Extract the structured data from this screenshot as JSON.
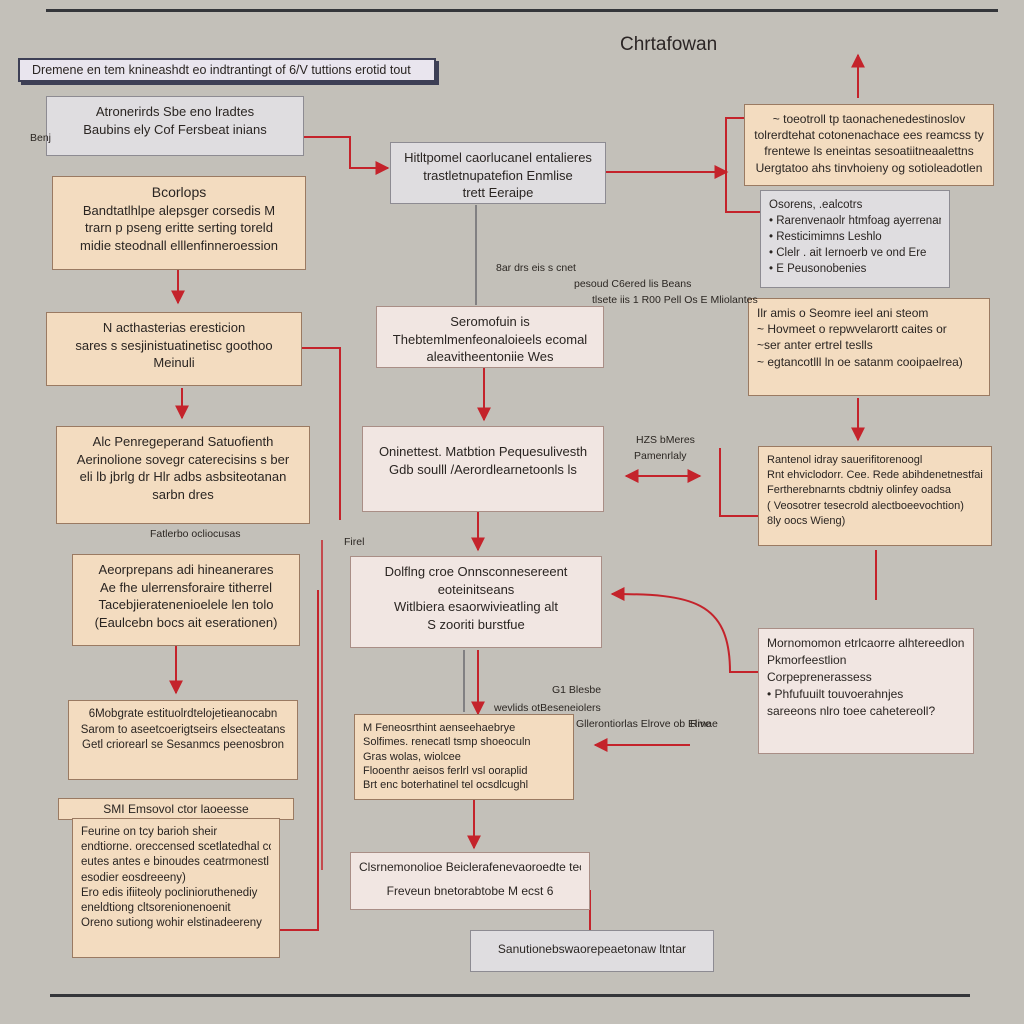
{
  "header": {
    "banner": "Dremene en tem knineashdt eo indtrantingt of 6/V tuttions erotid tout",
    "corner_title": "Chrtafowan"
  },
  "left_column": [
    {
      "id": "L0",
      "style": "grey",
      "lines": [
        "Atronerirds Sbe eno lradtes",
        "Baubins ely Cof Fersbeat inians"
      ],
      "side_label": "Benj"
    },
    {
      "id": "L1",
      "style": "peach",
      "lines": [
        "Bcorlops",
        "Bandtatlhlpe alepsger corsedis M",
        "trarn p pseng eritte serting toreld",
        "midie steodnall elllenfinneroession"
      ]
    },
    {
      "id": "L2",
      "style": "peach",
      "lines": [
        "N acthasterias eresticion",
        "sares s sesjinistuatinetisc goothoo",
        "Meinuli"
      ]
    },
    {
      "id": "L3",
      "style": "peach",
      "lines": [
        "Alc Penregeperand Satuofienth",
        "Aerinolione sovegr caterecisins s ber",
        "eli lb jbrlg dr Hlr adbs asbsiteotanan",
        "sarbn dres"
      ]
    },
    {
      "id": "L4",
      "style": "peach",
      "lines": [
        "Aeorprepans adi hineanerares",
        "Ae fhe ulerrensforaire titherrel",
        "Tacebjieratenenioelele len tolo",
        "(Eaulcebn bocs ait eserationen)"
      ],
      "top_label": "Fatlerbo ocliocusas"
    },
    {
      "id": "L5",
      "style": "peach",
      "lines": [
        "6Mobgrate estituolrdtelojetieanocabn",
        "Sarom to aseetcoerigtseirs elsecteatans",
        "Getl criorearl se  Sesanmcs peenosbron"
      ]
    },
    {
      "id": "L6",
      "style": "peach",
      "lines": [
        "Feurine on tcy barioh sheir",
        "endtiorne. oreccensed scetlatedhal coiptne",
        "eutes antes e binoudes ceatrmonestl te",
        "esodier eosdreeeny)",
        "Ero edis ifiiteoly poclinioruthenediy",
        "eneldtiong cltsorenionenoenit",
        "Oreno sutiong wohir elstinadeereny"
      ],
      "head": "SMI Emsovol ctor laoeesse"
    }
  ],
  "center_column": [
    {
      "id": "C0",
      "style": "grey",
      "lines": [
        "Hitltpomel caorlucanel entalieres",
        "trastletnupatefion Enmlise",
        "trett Eeraipe"
      ]
    },
    {
      "id": "C1",
      "style": "pink",
      "lines": [
        "Seromofuin is",
        "Thebtemlmenfeonaloieels ecomal",
        "aleavitheentoniie Wes"
      ]
    },
    {
      "id": "C2",
      "style": "pink",
      "lines": [
        "Oninettest. Matbtion Pequesulivesth",
        "Gdb soulll /Aerordlearnetoonls ls"
      ]
    },
    {
      "id": "C3",
      "style": "pink",
      "lines": [
        "Dolflng croe Onnsconnesereent",
        "eoteinitseans",
        "Witlbiera esaorwivieatling alt",
        "S zooriti burstfue"
      ]
    },
    {
      "id": "C4",
      "style": "peach",
      "lines": [
        "M Feneosrthint aenseehaebrye",
        "Solfimes. renecatl tsmp shoeoculn",
        "Gras wolas, wiolcee",
        "Flooenthr aeisos ferlrl vsl ooraplid",
        "Brt enc boterhatinel tel ocsdlcughl"
      ]
    },
    {
      "id": "C5",
      "style": "pink",
      "lines": [
        "Clsrnemonolioe Beiclerafenevaoroedte tecatA",
        "Freveun bnetorabtobe M ecst 6"
      ]
    },
    {
      "id": "C6",
      "style": "grey",
      "lines": [
        "Sanutionebswaorepeaetonaw ltntar"
      ]
    }
  ],
  "right_column": [
    {
      "id": "R0",
      "style": "peach",
      "lines": [
        "~ toeotroll tp taonachenedestinoslov",
        "tolrerdtehat cotonenachace ees reamcss ty",
        "frentewe ls eneintas sesoatiitneaalettns",
        "Uergtatoo ahs tinvhoieny og sotioleadotlen"
      ]
    },
    {
      "id": "R1",
      "style": "grey",
      "lines": [
        "Osorens, .ealcotrs",
        "• Rarenvenaolr htmfoag ayerrenanaen",
        "• Resticimimns Leshlo",
        "• Clelr . ait Iernoerb ve ond Ere",
        "• E Peusonobenies"
      ]
    },
    {
      "id": "R2",
      "style": "peach",
      "lines": [
        "Ilr amis o Seomre ieel ani steom",
        "~ Hovmeet o repwvelarortt caites or",
        "~ser anter ertrel teslls",
        "~ egtancotlll ln oe satanm cooipaelrea)"
      ]
    },
    {
      "id": "R3",
      "style": "peach",
      "lines": [
        "Rantenol idray sauerifitorenoogl",
        "Rnt ehviclodorr. Cee. Rede abihdenetnestfairs",
        "Fertherebnarnts cbdtniy olinfey oadsa",
        "( Veosotrer tesecrold alectboeevochtion)",
        "8ly oocs Wieng)"
      ]
    },
    {
      "id": "R4",
      "style": "pink",
      "lines": [
        "Mornomomon etrlcaorre alhtereedlonm",
        "Pkmorfeestlion",
        "Corpeprenerassess",
        "• Phfufuuilt touvoerahnjes",
        "sareeons nlro toee cahetereoll?"
      ]
    }
  ],
  "edge_labels": [
    {
      "id": "E0",
      "text": "8ar drs eis s cnet"
    },
    {
      "id": "E1",
      "text": "pesoud C6ered lis Beans"
    },
    {
      "id": "E2",
      "text": "tlsete iis 1 R00 Pell Os E Mliolantes"
    },
    {
      "id": "E3",
      "text": "HZS bMeres"
    },
    {
      "id": "E4",
      "text": "Pamenrlaly"
    },
    {
      "id": "E5",
      "text": "Firel"
    },
    {
      "id": "E6",
      "text": "G1 Blesbe"
    },
    {
      "id": "E7",
      "text": "wevlids otBeseneiolers"
    },
    {
      "id": "E8",
      "text": "Gllerontiorlas Elrove ob Elmae"
    },
    {
      "id": "E9",
      "text": "Rive"
    }
  ],
  "colors": {
    "background": "#c3c0b9",
    "connector": "#c4232b",
    "peach_fill": "#f3dcc0",
    "pink_fill": "#f1e6e2",
    "grey_fill": "#dfdde0",
    "rule": "#34363a"
  }
}
